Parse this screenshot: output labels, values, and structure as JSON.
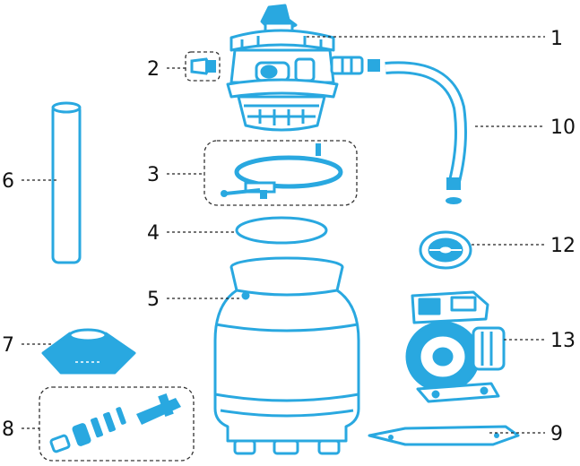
{
  "diagram": {
    "part_color": "#29a8e0",
    "outline_color": "#1c8fc4",
    "leader_color": "#222222",
    "callouts": [
      {
        "id": "part-1",
        "label": "1"
      },
      {
        "id": "part-2",
        "label": "2"
      },
      {
        "id": "part-3",
        "label": "3"
      },
      {
        "id": "part-4",
        "label": "4"
      },
      {
        "id": "part-5",
        "label": "5"
      },
      {
        "id": "part-6",
        "label": "6"
      },
      {
        "id": "part-7",
        "label": "7"
      },
      {
        "id": "part-8",
        "label": "8"
      },
      {
        "id": "part-9",
        "label": "9"
      },
      {
        "id": "part-10",
        "label": "10"
      },
      {
        "id": "part-12",
        "label": "12"
      },
      {
        "id": "part-13",
        "label": "13"
      }
    ]
  }
}
